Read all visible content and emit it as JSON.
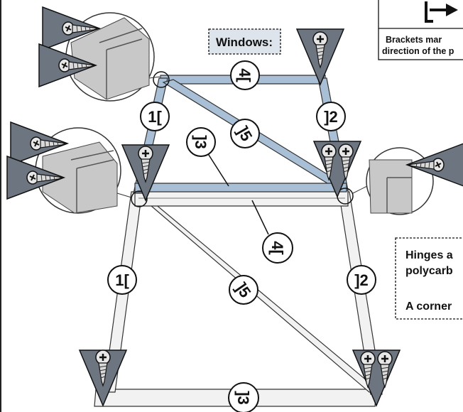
{
  "windows_label": "Windows:",
  "brackets_note": {
    "icon": "bracket-arrow-icon",
    "line1": "Brackets mar",
    "line2": "direction of the p"
  },
  "hinges_note": {
    "line1": "Hinges a",
    "line2": "polycarb",
    "line3": "A corner"
  },
  "members": {
    "top_bar": "4[",
    "diagonal": "]5",
    "left_side": "1[",
    "right_side": "]2",
    "front_bar": "]3"
  },
  "icons": {
    "screw": "screw-icon",
    "arrow": "down-arrow-icon",
    "magnifier": "zoom-detail-icon",
    "corner_marker": "corner-circle-icon"
  },
  "colors": {
    "upper_frame": "#a9bfd6",
    "lower_frame": "#f2f2f2",
    "arrow_fill": "#6d7680",
    "detail_fill": "#c8c8c8"
  }
}
